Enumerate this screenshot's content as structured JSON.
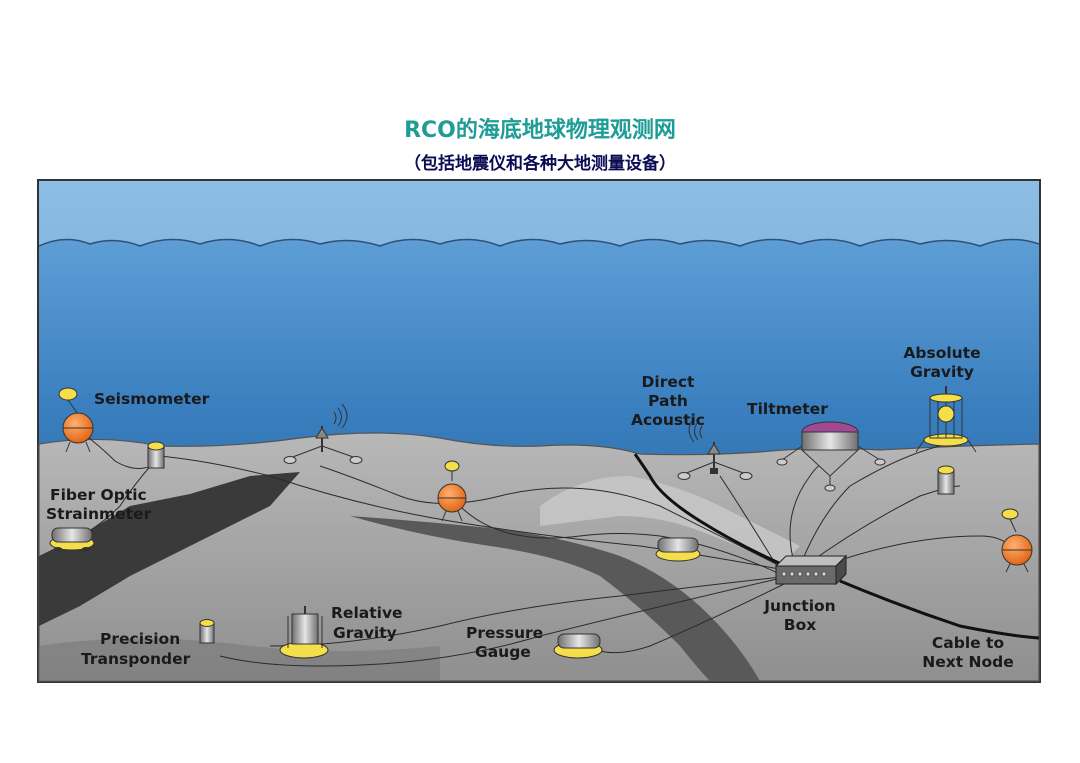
{
  "header": {
    "title": "RCO的海底地球物理观测网",
    "subtitle": "（包括地震仪和各种大地测量设备）"
  },
  "diagram": {
    "labels": {
      "seismometer": "Seismometer",
      "fiber_optic_line1": "Fiber Optic",
      "fiber_optic_line2": "Strainmeter",
      "precision_line1": "Precision",
      "precision_line2": "Transponder",
      "relative_line1": "Relative",
      "relative_line2": "Gravity",
      "pressure_line1": "Pressure",
      "pressure_line2": "Gauge",
      "direct_line1": "Direct",
      "direct_line2": "Path",
      "direct_line3": "Acoustic",
      "tiltmeter": "Tiltmeter",
      "absolute_line1": "Absolute",
      "absolute_line2": "Gravity",
      "junction_line1": "Junction",
      "junction_line2": "Box",
      "cable_line1": "Cable to",
      "cable_line2": "Next Node"
    },
    "colors": {
      "sea_surface": "#5d9ed8",
      "sea_deep": "#1d5e95",
      "seafloor": "#a3a3a3",
      "instrument_orange": "#f07a1e",
      "instrument_yellow": "#f4df4a",
      "tiltmeter_cap": "#a04a94"
    }
  }
}
